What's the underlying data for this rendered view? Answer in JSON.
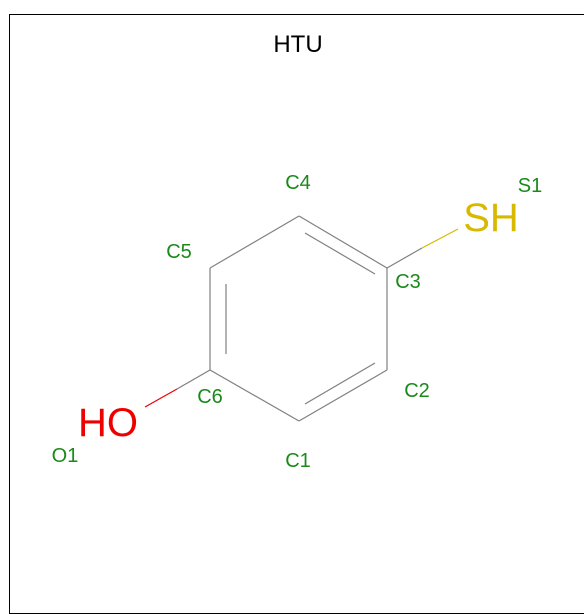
{
  "molecule": {
    "title": "HTU"
  },
  "atom_ids": {
    "c1": "C1",
    "c2": "C2",
    "c3": "C3",
    "c4": "C4",
    "c5": "C5",
    "c6": "C6",
    "o1": "O1",
    "s1": "S1"
  },
  "groups": {
    "thiol": "SH",
    "hydroxyl": "HO"
  },
  "colors": {
    "carbon_label": "#1a8a1a",
    "sulfur": "#d9b800",
    "oxygen": "#ee0000",
    "bond": "#808080"
  }
}
